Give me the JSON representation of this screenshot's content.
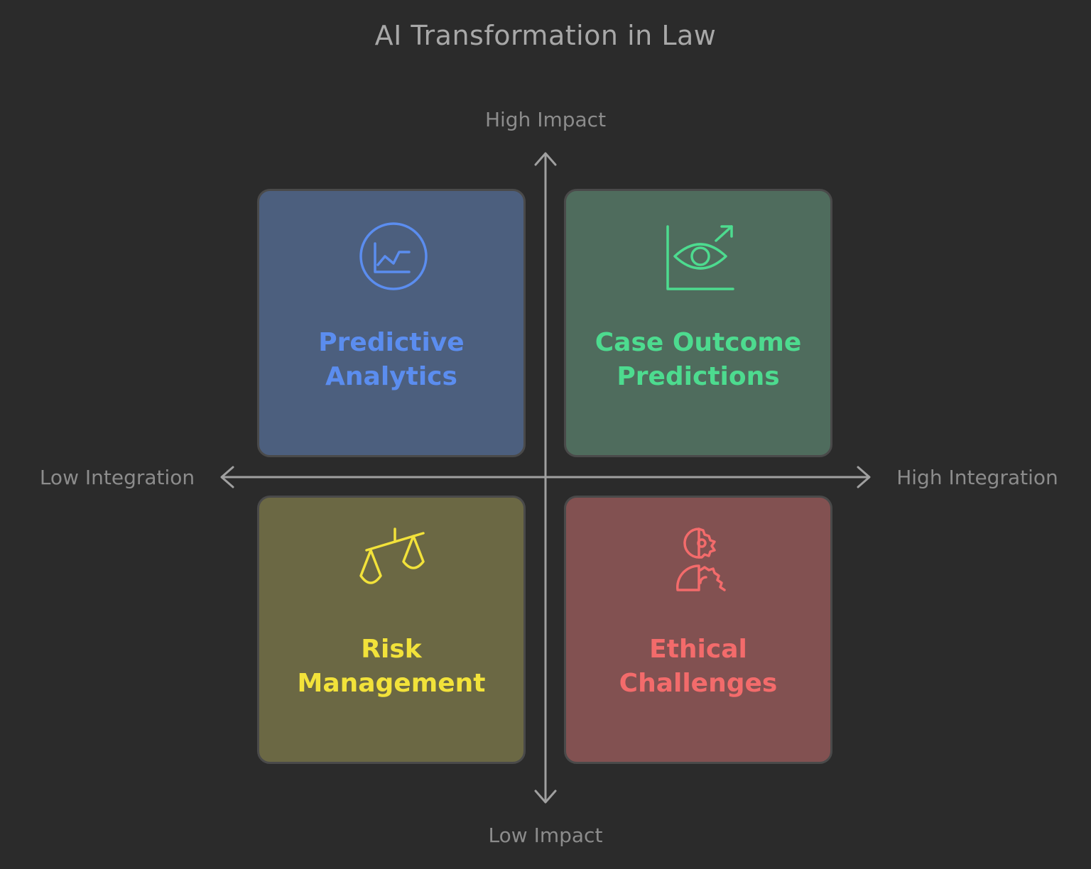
{
  "title": "AI Transformation in Law",
  "axes": {
    "y_top": "High Impact",
    "y_bottom": "Low Impact",
    "x_left": "Low Integration",
    "x_right": "High Integration",
    "axis_color": "#a0a0a0"
  },
  "quadrants": {
    "top_left": {
      "label_line1": "Predictive",
      "label_line2": "Analytics",
      "icon": "line-chart-circle-icon",
      "color": "#5b8def",
      "background": "#4c5f7e"
    },
    "top_right": {
      "label_line1": "Case Outcome",
      "label_line2": "Predictions",
      "icon": "eye-chart-icon",
      "color": "#4ddb8f",
      "background": "#4f6c5d"
    },
    "bottom_left": {
      "label_line1": "Risk",
      "label_line2": "Management",
      "icon": "balance-scale-icon",
      "color": "#f2e23a",
      "background": "#6b6844"
    },
    "bottom_right": {
      "label_line1": "Ethical",
      "label_line2": "Challenges",
      "icon": "person-gear-icon",
      "color": "#f36b6b",
      "background": "#825151"
    }
  }
}
